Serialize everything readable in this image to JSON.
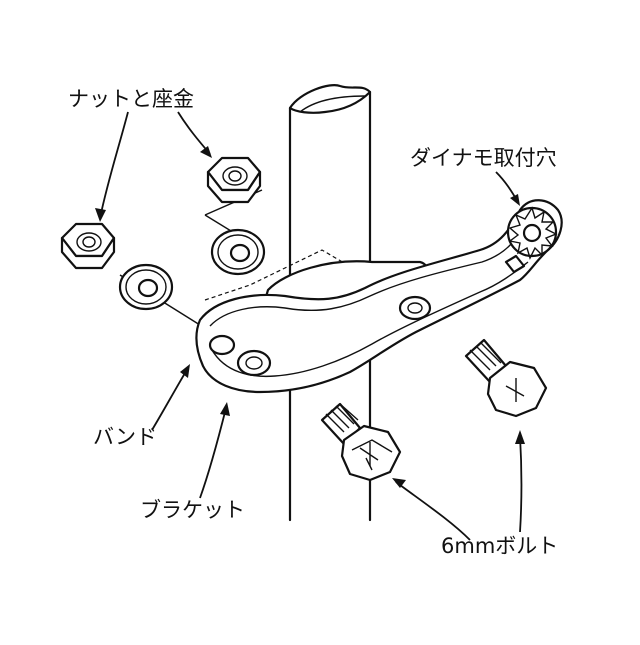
{
  "labels": {
    "nut_and_washer": "ナットと座金",
    "dynamo_mount_hole": "ダイナモ取付穴",
    "band": "バンド",
    "bracket": "ブラケット",
    "bolt_6mm": "6mmボルト"
  }
}
